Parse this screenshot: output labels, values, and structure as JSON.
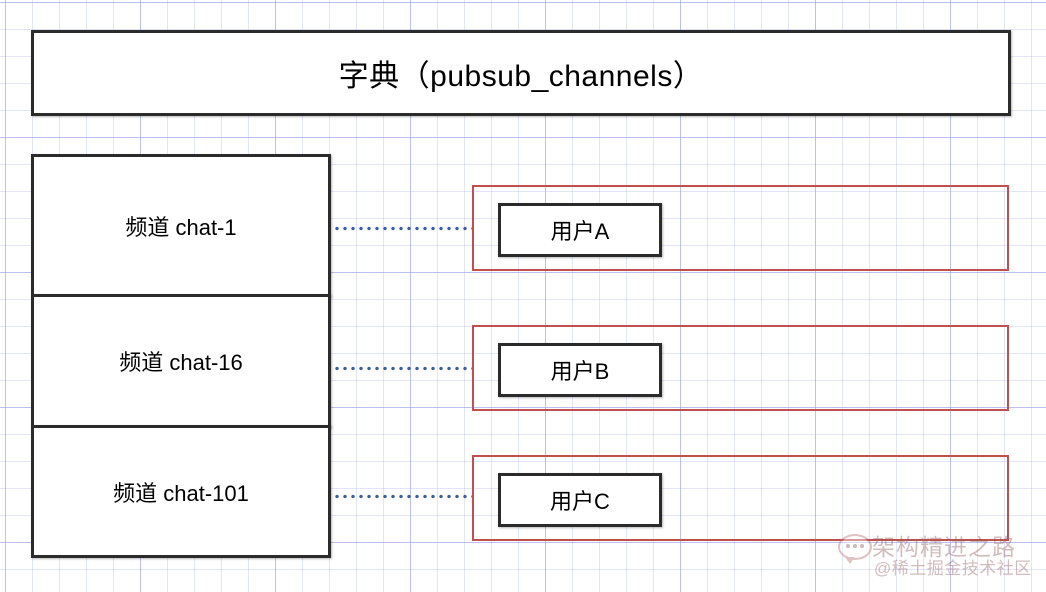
{
  "diagram": {
    "title": "字典（pubsub_channels）",
    "channels": [
      {
        "label": "频道 chat-1"
      },
      {
        "label": "频道 chat-16"
      },
      {
        "label": "频道 chat-101"
      }
    ],
    "subscribers": [
      {
        "label": "用户A"
      },
      {
        "label": "用户B"
      },
      {
        "label": "用户C"
      }
    ],
    "connectors": [
      {
        "name": "chat-1-to-userA"
      },
      {
        "name": "chat-16-to-userB"
      },
      {
        "name": "chat-101-to-userC"
      }
    ],
    "colors": {
      "box_border": "#2b2b2b",
      "group_border": "#c0504d",
      "connector": "#3a5fa8",
      "grid": "#96a0e1",
      "background": "#ffffff",
      "watermark": "#8f5a5a"
    }
  },
  "watermark": {
    "main": "架构精进之路",
    "sub": "@稀土掘金技术社区"
  }
}
